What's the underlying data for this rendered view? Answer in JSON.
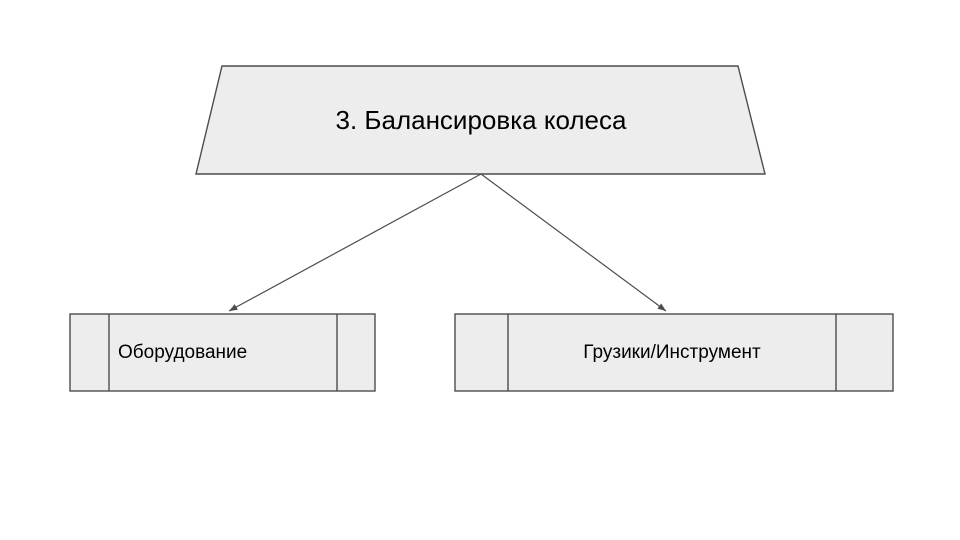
{
  "diagram": {
    "type": "flowchart",
    "title_node": {
      "id": "balancing",
      "label": "3. Балансировка колеса",
      "shape": "trapezoid",
      "fill": "#ededed",
      "stroke": "#4d4d4d"
    },
    "child_nodes": [
      {
        "id": "equipment",
        "label": "Оборудование",
        "shape": "predefined-process",
        "fill": "#ededed",
        "stroke": "#4d4d4d",
        "text_align": "left"
      },
      {
        "id": "weights-tool",
        "label": "Грузики/Инструмент",
        "shape": "predefined-process",
        "fill": "#ededed",
        "stroke": "#4d4d4d",
        "text_align": "center"
      }
    ],
    "connectors": [
      {
        "id": "connector-to-equipment",
        "from": "balancing",
        "to": "equipment",
        "arrowhead": "triangle",
        "stroke": "#4d4d4d"
      },
      {
        "id": "connector-to-weights-tool",
        "from": "balancing",
        "to": "weights-tool",
        "arrowhead": "triangle",
        "stroke": "#4d4d4d"
      }
    ]
  }
}
